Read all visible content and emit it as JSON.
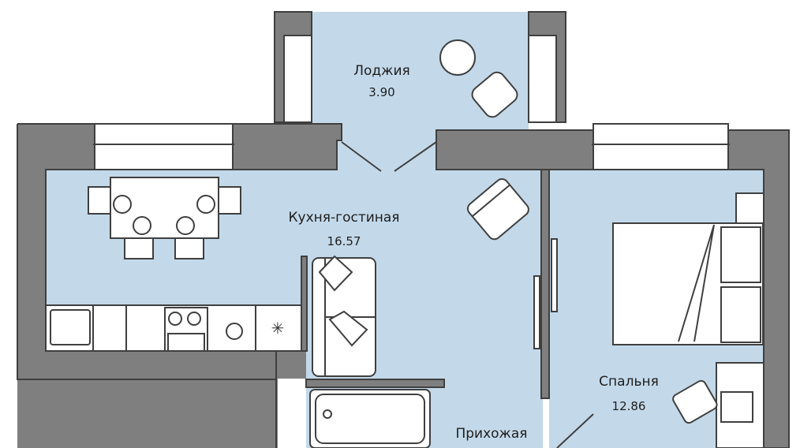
{
  "plan": {
    "rooms": [
      {
        "id": "loggia",
        "name": "Лоджия",
        "area": "3.90"
      },
      {
        "id": "kitchen-living",
        "name": "Кухня-гостиная",
        "area": "16.57"
      },
      {
        "id": "bedroom",
        "name": "Спальня",
        "area": "12.86"
      },
      {
        "id": "hallway",
        "name": "Прихожая"
      }
    ]
  },
  "colors": {
    "floor": "#c3d9ea",
    "wall": "#7f7f7f",
    "outline": "#3f3f3f",
    "furniture": "#ffffff"
  }
}
